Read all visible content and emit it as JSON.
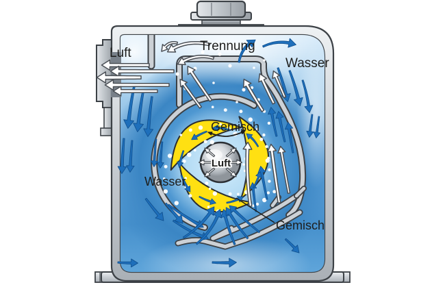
{
  "figure": {
    "labels": {
      "air_channel": "Luft",
      "separation": "Trennung",
      "water_top": "Wasser",
      "mixture_center": "Gemisch",
      "air_hub": "Luft",
      "water_left": "Wasser",
      "mixture_bottom": "Gemisch"
    },
    "colors": {
      "background": "#ffffff",
      "water": "#4690cc",
      "water_light": "#ddeefb",
      "flow_arrow_blue": "#1e6fbb",
      "air_arrow_white": "#ffffff",
      "impeller_yellow": "#ffe012",
      "casing_gray": "#c9ced3",
      "outline_dark": "#3c4146"
    }
  }
}
